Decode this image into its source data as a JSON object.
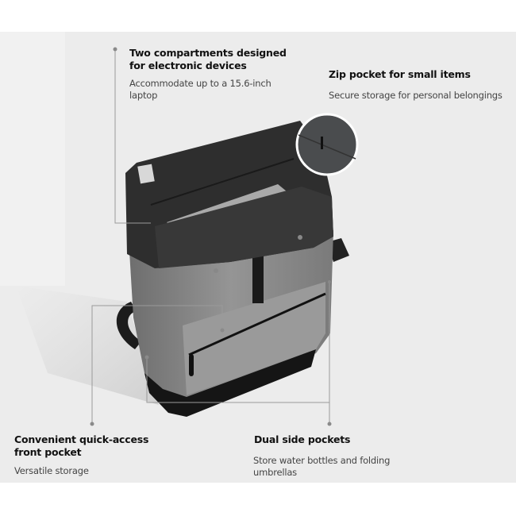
{
  "callouts": [
    {
      "title": "Two compartments designed for electronic devices",
      "description": "Accommodate up to a 15.6-inch laptop"
    },
    {
      "title": "Zip pocket for small items",
      "description": "Secure storage for personal belongings"
    },
    {
      "title": "Convenient quick-access front pocket",
      "description": "Versatile storage"
    },
    {
      "title": "Dual side pockets",
      "description": "Store water bottles and folding umbrellas"
    }
  ],
  "colors": {
    "background": "#ececec",
    "bag_dark": "#2e2e2e",
    "bag_body": "#8a8a8a",
    "leader_line": "#9a9a9a"
  }
}
